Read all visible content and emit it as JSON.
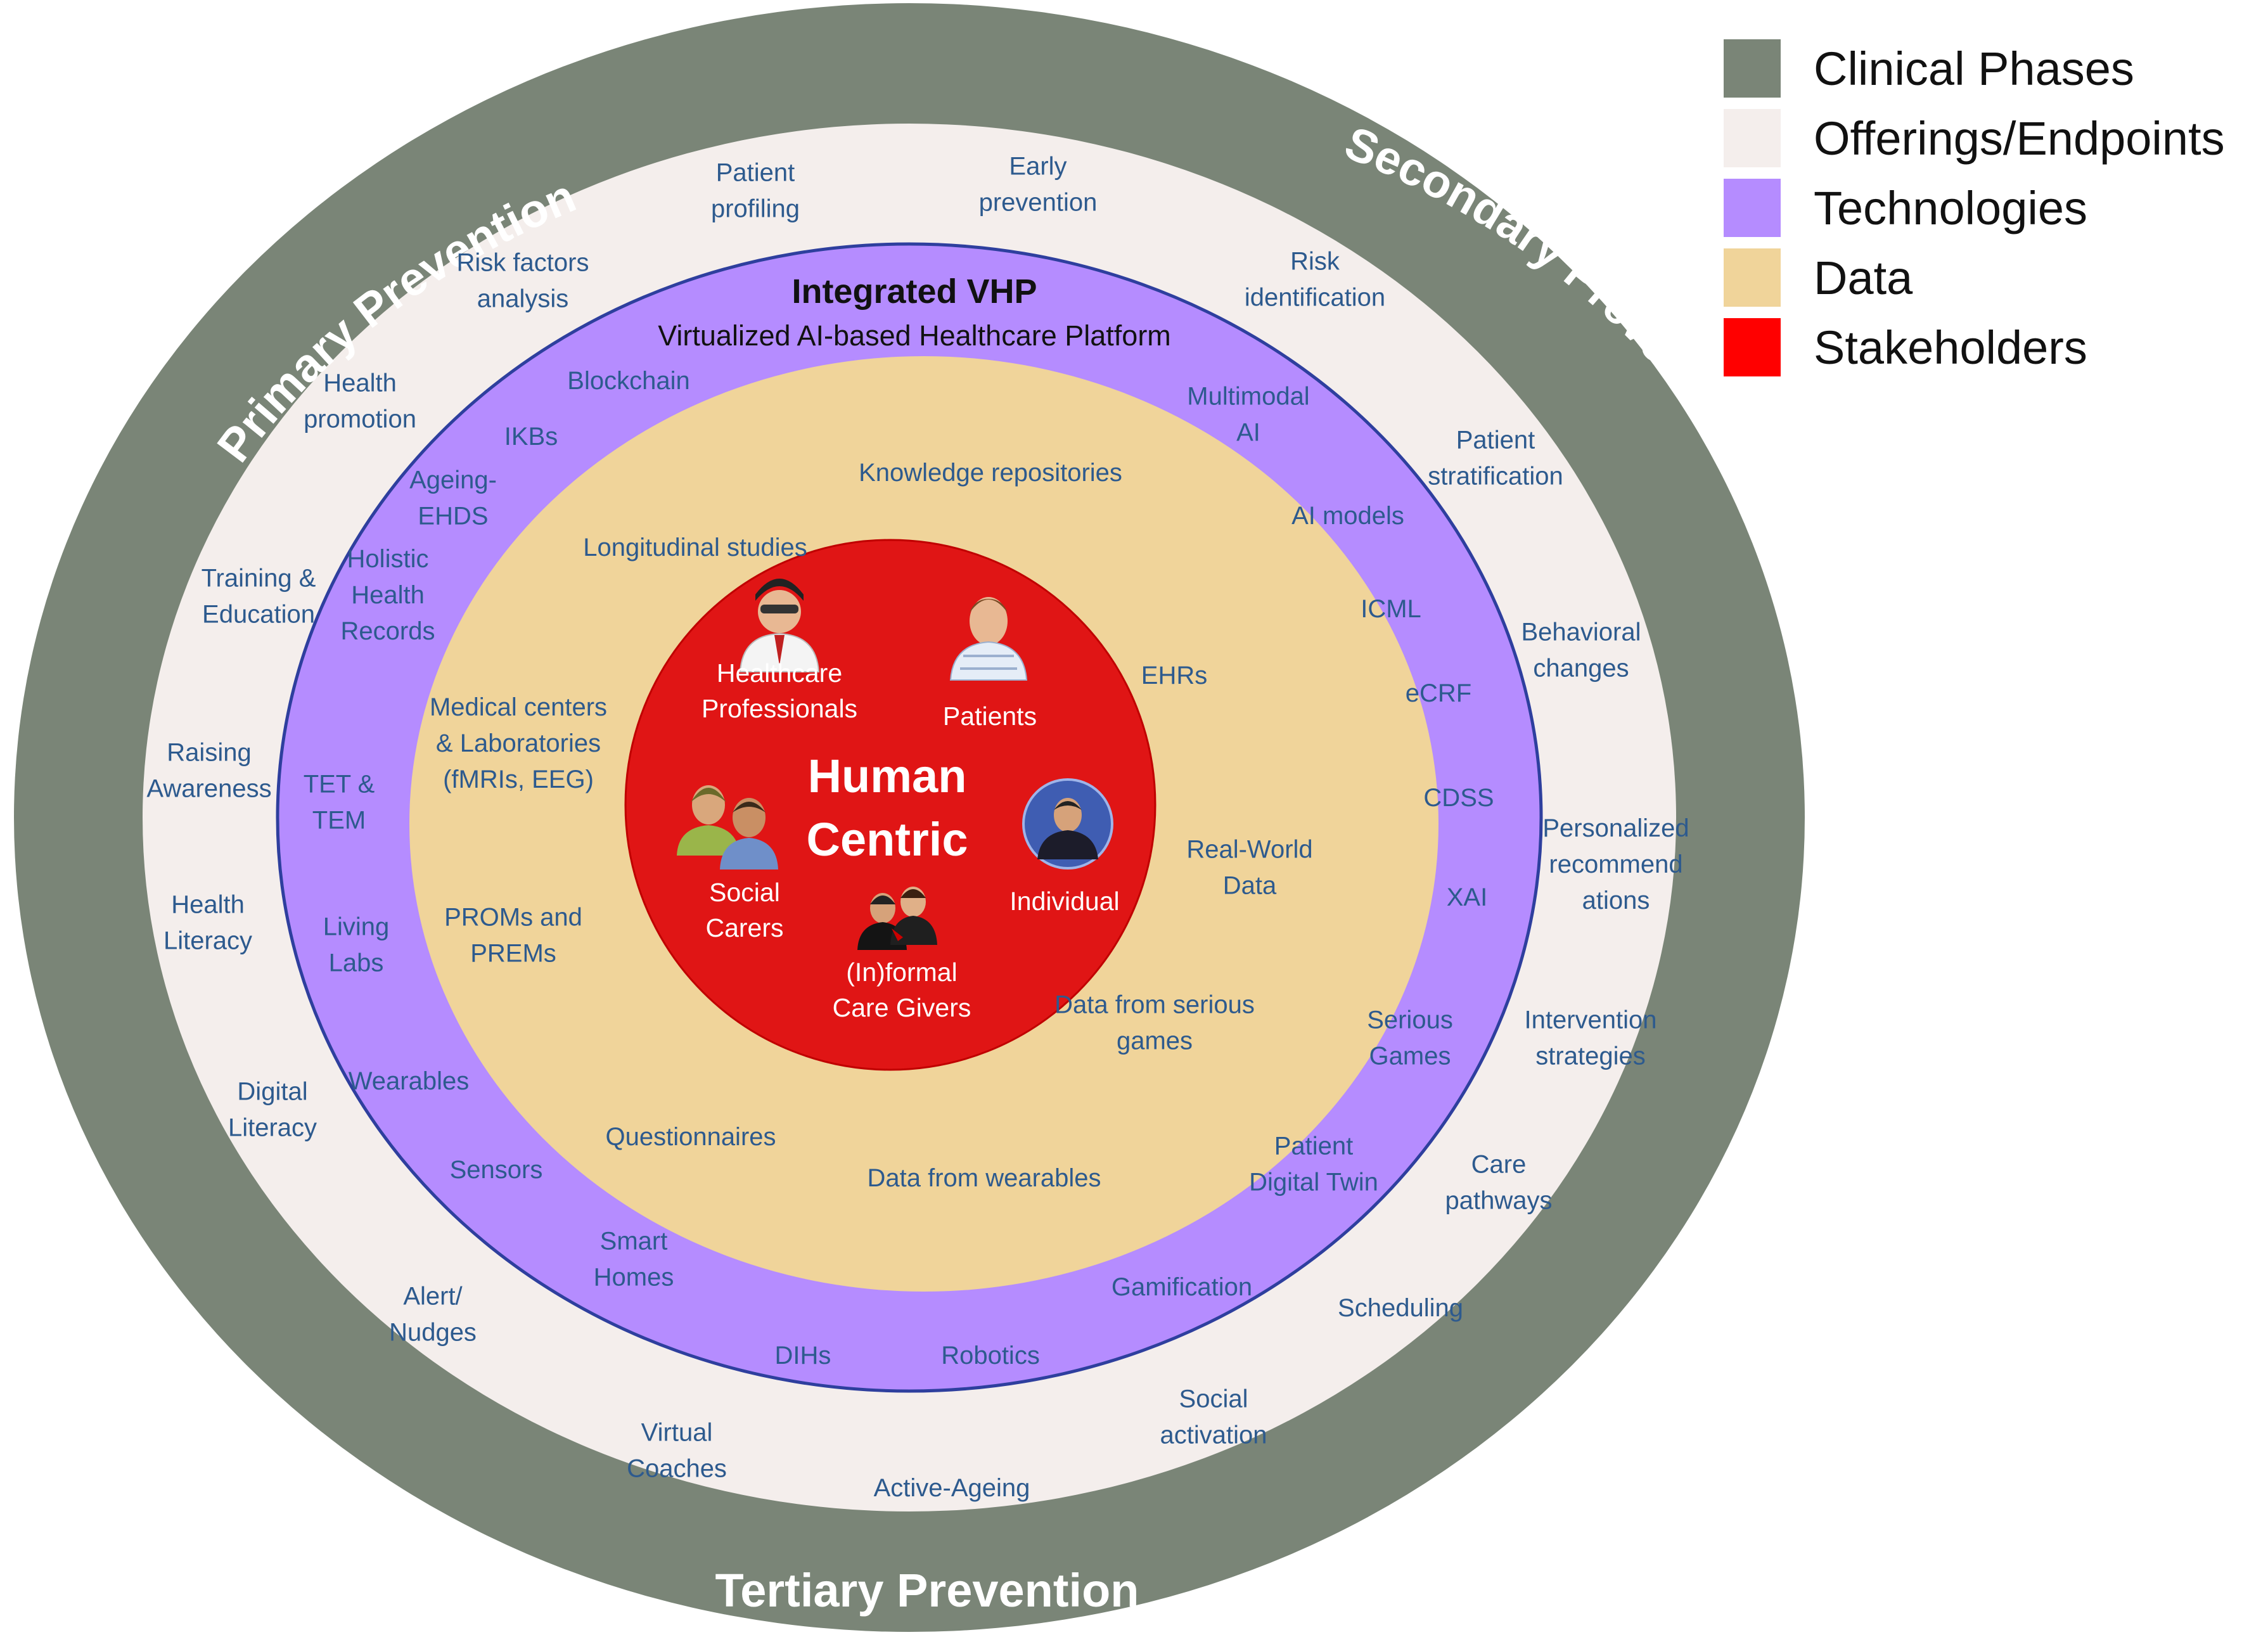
{
  "legend": [
    {
      "label": "Clinical Phases",
      "color": "#7a8577"
    },
    {
      "label": "Offerings/Endpoints",
      "color": "#f4eeec"
    },
    {
      "label": "Technologies",
      "color": "#b58cff"
    },
    {
      "label": "Data",
      "color": "#f0d49a"
    },
    {
      "label": "Stakeholders",
      "color": "#ff0000"
    }
  ],
  "phases": {
    "primary": "Primary Prevention",
    "secondary": "Secondary Prevention",
    "tertiary": "Tertiary Prevention"
  },
  "platform": {
    "title": "Integrated VHP",
    "subtitle": "Virtualized AI-based Healthcare Platform"
  },
  "center": {
    "line1": "Human",
    "line2": "Centric"
  },
  "stakeholders": [
    {
      "id": "healthcare-professionals",
      "lines": [
        "Healthcare",
        "Professionals"
      ],
      "icon": "doctor-icon"
    },
    {
      "id": "patients",
      "lines": [
        "Patients"
      ],
      "icon": "patient-icon"
    },
    {
      "id": "social-carers",
      "lines": [
        "Social",
        "Carers"
      ],
      "icon": "carers-icon"
    },
    {
      "id": "individual",
      "lines": [
        "Individual"
      ],
      "icon": "individual-icon"
    },
    {
      "id": "informal-care-givers",
      "lines": [
        "(In)formal",
        "Care Givers"
      ],
      "icon": "care-givers-icon"
    }
  ],
  "data_items": [
    {
      "id": "knowledge-repositories",
      "lines": [
        "Knowledge repositories"
      ]
    },
    {
      "id": "longitudinal-studies",
      "lines": [
        "Longitudinal studies"
      ]
    },
    {
      "id": "ehrs",
      "lines": [
        "EHRs"
      ]
    },
    {
      "id": "medical-centers",
      "lines": [
        "Medical centers",
        "& Laboratories",
        "(fMRIs, EEG)"
      ]
    },
    {
      "id": "real-world-data",
      "lines": [
        "Real-World",
        "Data"
      ]
    },
    {
      "id": "proms-prems",
      "lines": [
        "PROMs and",
        "PREMs"
      ]
    },
    {
      "id": "serious-games-data",
      "lines": [
        "Data from serious",
        "games"
      ]
    },
    {
      "id": "questionnaires",
      "lines": [
        "Questionnaires"
      ]
    },
    {
      "id": "wearables-data",
      "lines": [
        "Data from wearables"
      ]
    }
  ],
  "technologies": [
    {
      "id": "blockchain",
      "lines": [
        "Blockchain"
      ]
    },
    {
      "id": "ikbs",
      "lines": [
        "IKBs"
      ]
    },
    {
      "id": "multimodal-ai",
      "lines": [
        "Multimodal",
        "AI"
      ]
    },
    {
      "id": "ageing-ehds",
      "lines": [
        "Ageing-",
        "EHDS"
      ]
    },
    {
      "id": "ai-models",
      "lines": [
        "AI models"
      ]
    },
    {
      "id": "holistic-health-records",
      "lines": [
        "Holistic",
        "Health",
        "Records"
      ]
    },
    {
      "id": "icml",
      "lines": [
        "ICML"
      ]
    },
    {
      "id": "ecrf",
      "lines": [
        "eCRF"
      ]
    },
    {
      "id": "tet-tem",
      "lines": [
        "TET &",
        "TEM"
      ]
    },
    {
      "id": "cdss",
      "lines": [
        "CDSS"
      ]
    },
    {
      "id": "xai",
      "lines": [
        "XAI"
      ]
    },
    {
      "id": "living-labs",
      "lines": [
        "Living",
        "Labs"
      ]
    },
    {
      "id": "wearables",
      "lines": [
        "Wearables"
      ]
    },
    {
      "id": "serious-games",
      "lines": [
        "Serious",
        "Games"
      ]
    },
    {
      "id": "sensors",
      "lines": [
        "Sensors"
      ]
    },
    {
      "id": "patient-digital-twin",
      "lines": [
        "Patient",
        "Digital Twin"
      ]
    },
    {
      "id": "smart-homes",
      "lines": [
        "Smart",
        "Homes"
      ]
    },
    {
      "id": "gamification",
      "lines": [
        "Gamification"
      ]
    },
    {
      "id": "dihs",
      "lines": [
        "DIHs"
      ]
    },
    {
      "id": "robotics",
      "lines": [
        "Robotics"
      ]
    }
  ],
  "offerings": [
    {
      "id": "patient-profiling",
      "lines": [
        "Patient",
        "profiling"
      ]
    },
    {
      "id": "early-prevention",
      "lines": [
        "Early",
        "prevention"
      ]
    },
    {
      "id": "risk-factors-analysis",
      "lines": [
        "Risk factors",
        "analysis"
      ]
    },
    {
      "id": "risk-identification",
      "lines": [
        "Risk",
        "identification"
      ]
    },
    {
      "id": "health-promotion",
      "lines": [
        "Health",
        "promotion"
      ]
    },
    {
      "id": "patient-stratification",
      "lines": [
        "Patient",
        "stratification"
      ]
    },
    {
      "id": "training-education",
      "lines": [
        "Training &",
        "Education"
      ]
    },
    {
      "id": "behavioral-changes",
      "lines": [
        "Behavioral",
        "changes"
      ]
    },
    {
      "id": "raising-awareness",
      "lines": [
        "Raising",
        "Awareness"
      ]
    },
    {
      "id": "personalized-recommendations",
      "lines": [
        "Personalized",
        "recommend",
        "ations"
      ]
    },
    {
      "id": "health-literacy",
      "lines": [
        "Health",
        "Literacy"
      ]
    },
    {
      "id": "intervention-strategies",
      "lines": [
        "Intervention",
        "strategies"
      ]
    },
    {
      "id": "digital-literacy",
      "lines": [
        "Digital",
        "Literacy"
      ]
    },
    {
      "id": "care-pathways",
      "lines": [
        "Care",
        "pathways"
      ]
    },
    {
      "id": "scheduling",
      "lines": [
        "Scheduling"
      ]
    },
    {
      "id": "alert-nudges",
      "lines": [
        "Alert/",
        "Nudges"
      ]
    },
    {
      "id": "social-activation",
      "lines": [
        "Social",
        "activation"
      ]
    },
    {
      "id": "virtual-coaches",
      "lines": [
        "Virtual",
        "Coaches"
      ]
    },
    {
      "id": "active-ageing",
      "lines": [
        "Active-Ageing"
      ]
    }
  ]
}
